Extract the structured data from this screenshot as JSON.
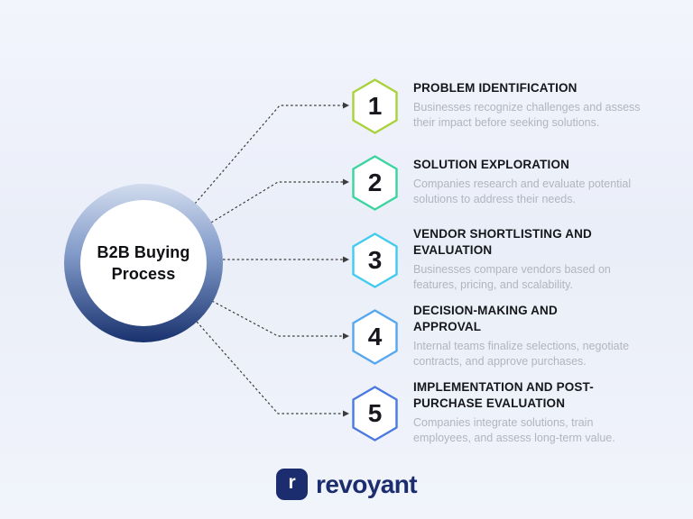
{
  "colors": {
    "background": "#eef1f9",
    "connector": "#3c3c3c",
    "circle_ring_top": "#d2dcee",
    "circle_ring_bottom": "#19326e",
    "title_text": "#15171c",
    "description_text": "#b1b5bf",
    "logo_navy": "#1b2d6e"
  },
  "center": {
    "title": "B2B Buying Process"
  },
  "steps": [
    {
      "num": "1",
      "color": "#a9d23a",
      "title_lines": [
        "PROBLEM IDENTIFICATION"
      ],
      "desc_lines": [
        "Businesses recognize challenges and assess",
        "their impact before seeking solutions."
      ]
    },
    {
      "num": "2",
      "color": "#3bd49e",
      "title_lines": [
        "SOLUTION EXPLORATION"
      ],
      "desc_lines": [
        "Companies research and evaluate potential",
        "solutions to address their needs."
      ]
    },
    {
      "num": "3",
      "color": "#41cbee",
      "title_lines": [
        "VENDOR SHORTLISTING AND",
        "EVALUATION"
      ],
      "desc_lines": [
        "Businesses compare vendors based on",
        "features, pricing, and scalability."
      ]
    },
    {
      "num": "4",
      "color": "#55a7ef",
      "title_lines": [
        "DECISION-MAKING AND",
        "APPROVAL"
      ],
      "desc_lines": [
        "Internal teams finalize selections, negotiate",
        "contracts, and approve purchases."
      ]
    },
    {
      "num": "5",
      "color": "#4b79e1",
      "title_lines": [
        "IMPLEMENTATION AND POST-",
        "PURCHASE EVALUATION"
      ],
      "desc_lines": [
        "Companies integrate solutions, train",
        "employees, and assess long-term value."
      ]
    }
  ],
  "logo": {
    "mark": "r",
    "name": "revoyant"
  }
}
